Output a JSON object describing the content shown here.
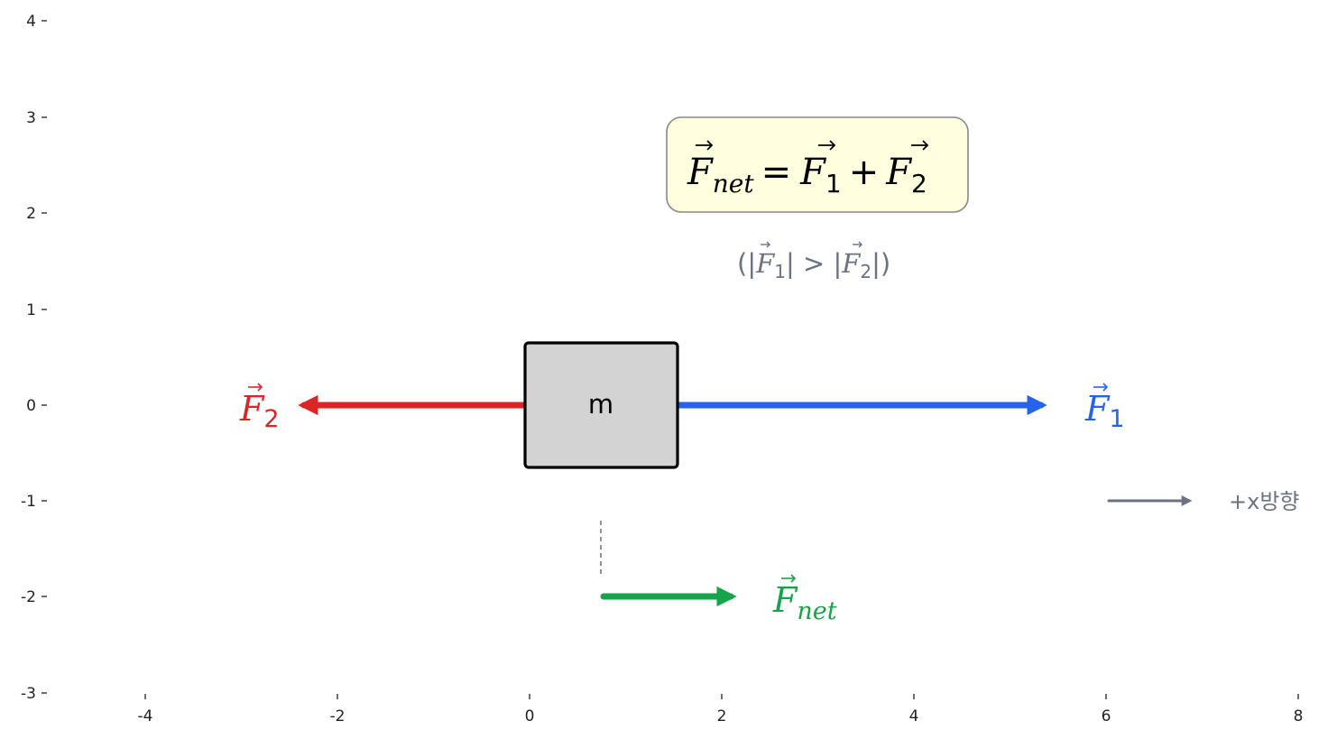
{
  "axes": {
    "x_ticks": [
      "-4",
      "-2",
      "0",
      "2",
      "4",
      "6",
      "8"
    ],
    "y_ticks": [
      "4",
      "3",
      "2",
      "1",
      "0",
      "-1",
      "-2",
      "-3"
    ]
  },
  "mass": {
    "label": "m",
    "fill": "#d3d3d3"
  },
  "forces": {
    "f1": {
      "symbol": "F",
      "subscript": "1",
      "color": "#2563eb"
    },
    "f2": {
      "symbol": "F",
      "subscript": "2",
      "color": "#dc2626"
    },
    "fnet": {
      "symbol": "F",
      "subscript": "net",
      "color": "#16a34a"
    }
  },
  "equation": {
    "lhs_symbol": "F",
    "lhs_sub": "net",
    "eq": "=",
    "t1_symbol": "F",
    "t1_sub": "1",
    "plus": "+",
    "t2_symbol": "F",
    "t2_sub": "2",
    "box_fill": "#ffffe0"
  },
  "condition": {
    "open": "(|",
    "a_symbol": "F",
    "a_sub": "1",
    "mid": "| > |",
    "b_symbol": "F",
    "b_sub": "2",
    "close": "|)",
    "color": "#6b7280"
  },
  "direction": {
    "label": "+x방향",
    "color": "#6b7280"
  }
}
